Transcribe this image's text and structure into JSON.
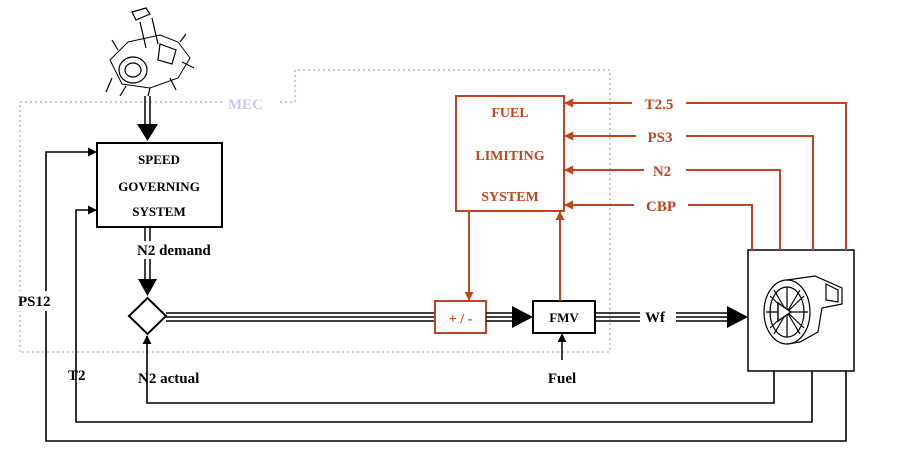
{
  "colors": {
    "accent_red": "#c0451f",
    "line_black": "#000000",
    "mec_boundary": "#c9c9ec",
    "background": "#ffffff"
  },
  "mec_label": "MEC",
  "speed_governing": {
    "line1": "SPEED",
    "line2": "GOVERNING",
    "line3": "SYSTEM"
  },
  "fuel_limiting": {
    "line1": "FUEL",
    "line2": "LIMITING",
    "line3": "SYSTEM"
  },
  "signals": {
    "t25": "T2.5",
    "ps3": "PS3",
    "n2": "N2",
    "cbp": "CBP",
    "n2_demand": "N2 demand",
    "n2_actual": "N2 actual",
    "ps12": "PS12",
    "t2": "T2",
    "fuel": "Fuel",
    "wf": "Wf"
  },
  "summing_junction": "+ / -",
  "fmv": "FMV",
  "icons": {
    "throttle": "throttle-lever-icon",
    "engine": "turbofan-engine-icon",
    "comparator": "diamond-comparator-icon"
  }
}
